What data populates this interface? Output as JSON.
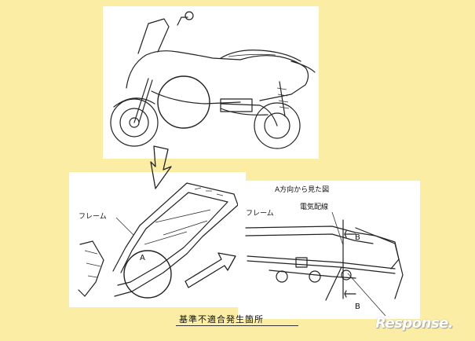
{
  "labels": {
    "frame_left": "フレーム",
    "view_from_a": "A方向から見た図",
    "frame_right": "フレーム",
    "electrical_wiring": "電気配線",
    "marker_a": "A",
    "marker_b_top": "B",
    "marker_b_bottom": "B"
  },
  "caption": "基準不適合発生箇所",
  "watermark": "Response.",
  "colors": {
    "background": "#fbeea4",
    "panel": "#ffffff",
    "line": "#222222"
  }
}
